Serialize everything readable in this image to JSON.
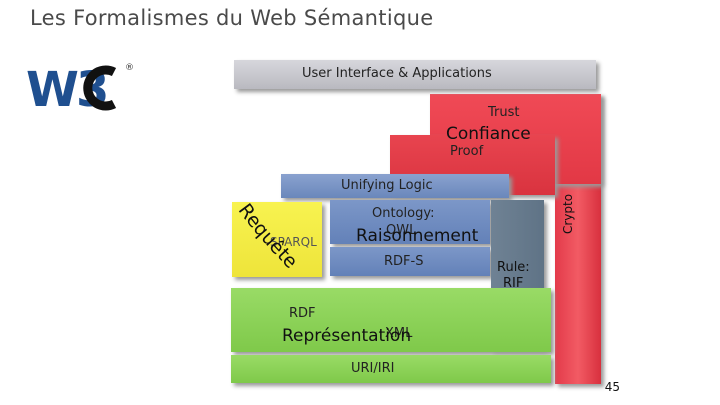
{
  "slide": {
    "title": "Les Formalismes du Web Sémantique",
    "page_number": "45"
  },
  "logo": {
    "text": "W3C",
    "registered": "®"
  },
  "stack": {
    "ui": "User Interface & Applications",
    "trust": "Trust",
    "proof": "Proof",
    "crypto": "Crypto",
    "unifying_logic": "Unifying Logic",
    "query": "SPARQL",
    "ontology": "Ontology:",
    "owl": "OWL",
    "rule": "Rule:",
    "rif": "RIF",
    "rdfs": "RDF-S",
    "rdf": "RDF",
    "xml": "XML",
    "uri": "URI/IRI"
  },
  "overlays": {
    "confiance": "Confiance",
    "raisonnement": "Raisonnement",
    "representation": "Représentation",
    "requete": "Requête"
  },
  "colors": {
    "red": "#e8424f",
    "blue": "#6b86b8",
    "green": "#8fd35a",
    "yellow": "#f7f244",
    "gray": "#c9c9cf",
    "steel": "#6e8293"
  }
}
